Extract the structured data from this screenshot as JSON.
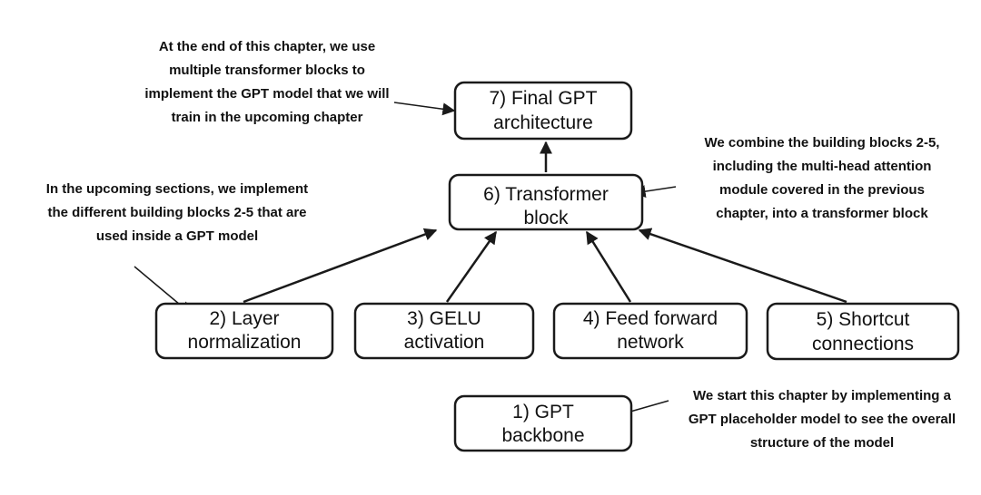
{
  "boxes": {
    "final": [
      "7) Final GPT",
      "architecture"
    ],
    "transformer": [
      "6) Transformer",
      "block"
    ],
    "layernorm": [
      "2) Layer",
      "normalization"
    ],
    "gelu": [
      "3) GELU",
      "activation"
    ],
    "feedforward": [
      "4) Feed forward",
      "network"
    ],
    "shortcut": [
      "5) Shortcut",
      "connections"
    ],
    "backbone": [
      "1) GPT",
      "backbone"
    ]
  },
  "annotations": {
    "top_left": [
      "At the end of this chapter, we use",
      "multiple transformer blocks to",
      "implement the GPT model that we will",
      "train in the upcoming chapter"
    ],
    "mid_left": [
      "In the upcoming sections, we implement",
      "the different building blocks 2-5 that are",
      "used inside a GPT model"
    ],
    "mid_right": [
      "We combine the building blocks 2-5,",
      "including the multi-head attention",
      "module covered in the previous",
      "chapter, into a transformer block"
    ],
    "bottom_right": [
      "We start this chapter by implementing a",
      "GPT placeholder model to see the overall",
      "structure of the model"
    ]
  },
  "colors": {
    "stroke": "#1a1a1a",
    "background": "#ffffff",
    "text": "#111111"
  }
}
